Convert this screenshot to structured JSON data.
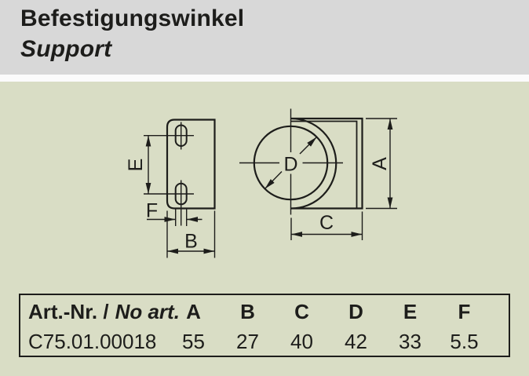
{
  "header": {
    "title": "Befestigungswinkel",
    "subtitle": "Support"
  },
  "drawing": {
    "labels": {
      "a": "A",
      "b": "B",
      "c": "C",
      "d": "D",
      "e": "E",
      "f": "F"
    }
  },
  "table": {
    "article_header_de": "Art.-Nr. /",
    "article_header_alt": "No art.",
    "columns": [
      "A",
      "B",
      "C",
      "D",
      "E",
      "F"
    ],
    "rows": [
      {
        "article_no": "C75.01.00018",
        "values": [
          "55",
          "27",
          "40",
          "42",
          "33",
          "5.5"
        ]
      }
    ]
  },
  "colors": {
    "header_bg": "#d8d8d8",
    "body_bg": "#d9ddc5",
    "divider": "#fbfbfb",
    "line_and_text": "#1d1d1b"
  }
}
